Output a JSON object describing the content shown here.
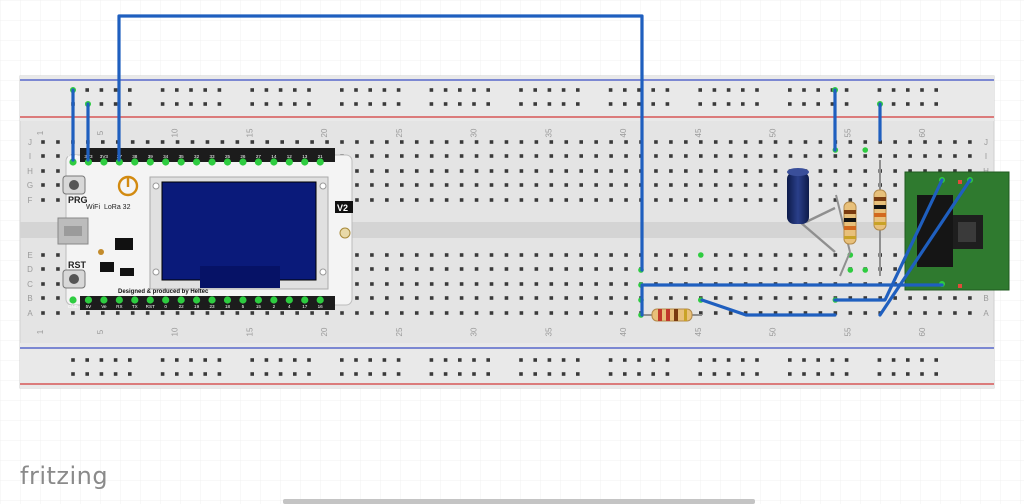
{
  "app": {
    "brand": "fritzing"
  },
  "breadboard": {
    "column_labels": [
      "1",
      "5",
      "10",
      "15",
      "20",
      "25",
      "30",
      "35",
      "40",
      "45",
      "50",
      "55",
      "60"
    ],
    "row_labels_top": [
      "J",
      "I",
      "H",
      "G",
      "F"
    ],
    "row_labels_bottom": [
      "E",
      "D",
      "C",
      "B",
      "A"
    ]
  },
  "module": {
    "prg_label": "PRG",
    "rst_label": "RST",
    "wifi_label": "WiFi",
    "lora_label": "LoRa 32",
    "version_label": "V2",
    "credit_text": "Designed & produced by Heltec",
    "top_pins": [
      "GND",
      "3V3",
      "3V3",
      "37",
      "38",
      "39",
      "34",
      "35",
      "32",
      "33",
      "25",
      "26",
      "27",
      "14",
      "12",
      "13",
      "21"
    ],
    "bottom_pins": [
      "GND",
      "5V",
      "Ve",
      "RX",
      "TX",
      "RST",
      "0",
      "22",
      "19",
      "23",
      "18",
      "5",
      "15",
      "2",
      "4",
      "17",
      "16"
    ]
  },
  "colors": {
    "wire": "#1f5fbf",
    "leg": "#8f8f8f",
    "pcb_green": "#2f7a2f",
    "screen": "#0a1a7a",
    "rail_red": "#d33a3a",
    "rail_blue": "#3c4fc4"
  }
}
